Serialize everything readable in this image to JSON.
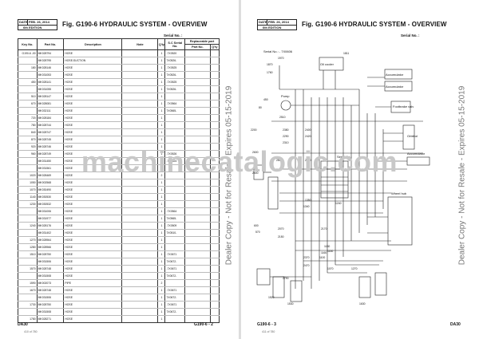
{
  "left_page": {
    "header": {
      "date_label": "DATE",
      "date_value": "FEB. 26, 2014",
      "edition": "6th EDITION"
    },
    "figure_title": "Fig. G190-6   HYDRAULIC SYSTEM - OVERVIEW",
    "serial_label": "Serial No. :",
    "table": {
      "headers": {
        "key_no": "Key No.",
        "part_no": "Part No.",
        "description": "Description",
        "note": "Note",
        "qty": "Q'ty",
        "serial": "S.C Serial No.",
        "replaceable": "Replaceable part",
        "rep_part_no": "Part No.",
        "rep_qty": "Q'ty"
      },
      "rows": [
        {
          "key": "G190-6 -00",
          "part": "MK028794",
          "desc": "HOSE",
          "qty": "1",
          "serial": "-7X0520"
        },
        {
          "key": "",
          "part": "MK028795",
          "desc": "HOSE;SUCTION",
          "qty": "1",
          "serial": "7X0526-"
        },
        {
          "key": "180",
          "part": "MK028146",
          "desc": "HOSE",
          "qty": "1",
          "serial": "-7X0525"
        },
        {
          "key": "",
          "part": "MK031053",
          "desc": "HOSE",
          "qty": "1",
          "serial": "7X0526-"
        },
        {
          "key": "450",
          "part": "MK028141",
          "desc": "HOSE",
          "qty": "1",
          "serial": "-7X0525"
        },
        {
          "key": "",
          "part": "MK031055",
          "desc": "HOSE",
          "qty": "1",
          "serial": "7X0526-"
        },
        {
          "key": "510",
          "part": "MK028147",
          "desc": "HOSE",
          "qty": "1",
          "serial": ""
        },
        {
          "key": "670",
          "part": "MK028081",
          "desc": "HOSE",
          "qty": "1",
          "serial": "-7X0564"
        },
        {
          "key": "",
          "part": "MK032111",
          "desc": "HOSE",
          "qty": "1",
          "serial": "7X0565-"
        },
        {
          "key": "720",
          "part": "MK028184",
          "desc": "HOSE",
          "qty": "1",
          "serial": ""
        },
        {
          "key": "780",
          "part": "MK028744",
          "desc": "HOSE",
          "qty": "1",
          "serial": ""
        },
        {
          "key": "840",
          "part": "MK028747",
          "desc": "HOSE",
          "qty": "1",
          "serial": ""
        },
        {
          "key": "870",
          "part": "MK028745",
          "desc": "HOSE",
          "qty": "1",
          "serial": ""
        },
        {
          "key": "920",
          "part": "MK028746",
          "desc": "HOSE",
          "qty": "1",
          "serial": ""
        },
        {
          "key": "960",
          "part": "MK028749",
          "desc": "HOSE",
          "qty": "1",
          "serial": "-7X0526"
        },
        {
          "key": "",
          "part": "MK031450",
          "desc": "HOSE",
          "qty": "1",
          "serial": "-7X0524"
        },
        {
          "key": "",
          "part": "MK031561",
          "desc": "HOSE",
          "qty": "1",
          "serial": ""
        },
        {
          "key": "1020",
          "part": "MK028469",
          "desc": "HOSE",
          "qty": "2",
          "serial": ""
        },
        {
          "key": "1050",
          "part": "MK002568",
          "desc": "HOSE",
          "qty": "1",
          "serial": ""
        },
        {
          "key": "1070",
          "part": "MK030490",
          "desc": "HOSE",
          "qty": "1",
          "serial": ""
        },
        {
          "key": "1140",
          "part": "MK030530",
          "desc": "HOSE",
          "qty": "1",
          "serial": ""
        },
        {
          "key": "1230",
          "part": "MK030532",
          "desc": "HOSE",
          "qty": "1",
          "serial": ""
        },
        {
          "key": "",
          "part": "MK031006",
          "desc": "HOSE",
          "qty": "1",
          "serial": "-7X0564"
        },
        {
          "key": "",
          "part": "MK031977",
          "desc": "HOSE",
          "qty": "1",
          "serial": "7X0565-"
        },
        {
          "key": "1240",
          "part": "MK028176",
          "desc": "HOSE",
          "qty": "1",
          "serial": "-7X0509"
        },
        {
          "key": "",
          "part": "MK031402",
          "desc": "HOSE",
          "qty": "1",
          "serial": "7X0510-"
        },
        {
          "key": "1270",
          "part": "MK028964",
          "desc": "HOSE",
          "qty": "1",
          "serial": ""
        },
        {
          "key": "1280",
          "part": "MK028966",
          "desc": "HOSE",
          "qty": "1",
          "serial": ""
        },
        {
          "key": "1510",
          "part": "MK028750",
          "desc": "HOSE",
          "qty": "1",
          "serial": "-7X0671"
        },
        {
          "key": "",
          "part": "MK031506",
          "desc": "HOSE",
          "qty": "1",
          "serial": "7X0672-"
        },
        {
          "key": "1570",
          "part": "MK028748",
          "desc": "HOSE",
          "qty": "1",
          "serial": "-7X0671"
        },
        {
          "key": "",
          "part": "MK031508",
          "desc": "HOSE",
          "qty": "1",
          "serial": "7X0672-"
        },
        {
          "key": "1590",
          "part": "MK002073",
          "desc": "PIPE",
          "qty": "2",
          "serial": ""
        },
        {
          "key": "1670",
          "part": "MK028748",
          "desc": "HOSE",
          "qty": "1",
          "serial": "-7X0671"
        },
        {
          "key": "",
          "part": "MK031506",
          "desc": "HOSE",
          "qty": "1",
          "serial": "7X0672-"
        },
        {
          "key": "1730",
          "part": "MK028750",
          "desc": "HOSE",
          "qty": "1",
          "serial": "-7X0671"
        },
        {
          "key": "",
          "part": "MK031508",
          "desc": "HOSE",
          "qty": "1",
          "serial": "7X0672-"
        },
        {
          "key": "1780",
          "part": "MK028271",
          "desc": "HOSE",
          "qty": "1",
          "serial": ""
        }
      ]
    },
    "footer_left": "DA30",
    "footer_right": "G190-6 - 2",
    "footer_small": "410 of 780"
  },
  "right_page": {
    "header": {
      "date_label": "DATE",
      "date_value": "FEB. 26, 2014",
      "edition": "6th EDITION"
    },
    "figure_title": "Fig. G190-6   HYDRAULIC SYSTEM - OVERVIEW",
    "serial_label": "Serial No. :",
    "labels": {
      "serial_top": "Serial No.: - 7X0606",
      "oil_cooler": "Oil cooler",
      "pump": "Pump",
      "accumulator_1": "Accumulator",
      "accumulator_2": "Accumulator",
      "accumulator_3": "Accumulator",
      "parkbrake": "Footbrake valv",
      "orbitrol": "Orbitrol",
      "serial_mid": "Serial No.:",
      "wheel_hub": "Wheel hub"
    },
    "numbers": [
      "1970",
      "1811",
      "1760",
      "1870",
      "2510",
      "2200",
      "2380",
      "2400",
      "2290",
      "2420",
      "2310",
      "2600",
      "2800",
      "2850",
      "2700",
      "1350",
      "1240",
      "1340",
      "2070",
      "2150",
      "2170",
      "2370",
      "2470",
      "2790",
      "1100",
      "1130",
      "1150",
      "1160",
      "1070",
      "1270",
      "1520",
      "1530",
      "1630",
      "600",
      "570",
      "450",
      "80"
    ],
    "footer_left": "G190-6 - 3",
    "footer_right": "DA30",
    "footer_small": "411 of 780",
    "side_note": "Dealer Copy - Not for Resale - Expires 05-15-2019"
  },
  "left_side_note": "Dealer Copy - Not for Resale - Expires 05-15-2019",
  "watermark": "machinecatalogic.com"
}
